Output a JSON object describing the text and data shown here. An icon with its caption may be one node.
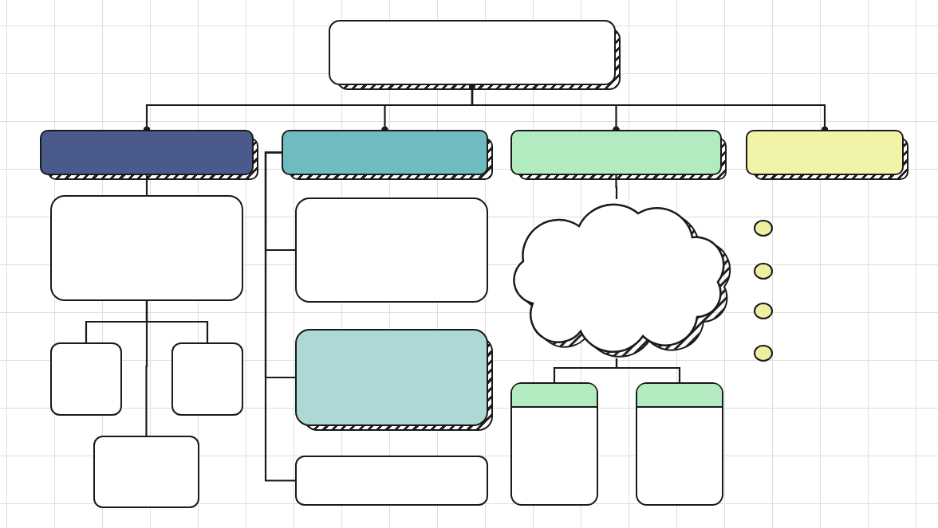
{
  "diagram": {
    "nodes": [
      {
        "text": [],
        "shape": "box"
      },
      {
        "text": [],
        "shape": "box"
      },
      {
        "text": [],
        "shape": "box"
      },
      {
        "text": [],
        "shape": "box"
      },
      {
        "text": [],
        "shape": "box"
      },
      {
        "text": [],
        "shape": "box"
      },
      {
        "text": [],
        "shape": "box"
      },
      {
        "text": [],
        "shape": "box"
      },
      {
        "text": [],
        "shape": "box"
      },
      {
        "text": [],
        "shape": "box"
      },
      {
        "text": [],
        "shape": "box"
      },
      {
        "text": [],
        "shape": "box"
      },
      {
        "text": [],
        "shape": "cloud"
      },
      {
        "text": [],
        "shape": "box"
      },
      {
        "text": [],
        "shape": "box"
      },
      {
        "text": [],
        "shape": "circle"
      },
      {
        "text": [],
        "shape": "circle"
      },
      {
        "text": [],
        "shape": "circle"
      },
      {
        "text": [],
        "shape": "circle"
      }
    ],
    "edges": [
      {
        "from": 0,
        "to": 1,
        "arrow": "other"
      },
      {
        "from": 0,
        "to": 2,
        "arrow": "other"
      },
      {
        "from": 0,
        "to": 3,
        "arrow": "other"
      },
      {
        "from": 0,
        "to": 4,
        "arrow": "other"
      },
      {
        "from": 1,
        "to": 5,
        "arrow": "none"
      },
      {
        "from": 5,
        "to": 6,
        "arrow": "none"
      },
      {
        "from": 5,
        "to": 7,
        "arrow": "none"
      },
      {
        "from": 5,
        "to": 8,
        "arrow": "none"
      },
      {
        "from": 2,
        "to": 9,
        "arrow": "none"
      },
      {
        "from": 2,
        "to": 10,
        "arrow": "none"
      },
      {
        "from": 2,
        "to": 11,
        "arrow": "none"
      },
      {
        "from": 3,
        "to": 12,
        "arrow": "none"
      },
      {
        "from": 12,
        "to": 13,
        "arrow": "none"
      },
      {
        "from": 12,
        "to": 14,
        "arrow": "none"
      }
    ]
  }
}
